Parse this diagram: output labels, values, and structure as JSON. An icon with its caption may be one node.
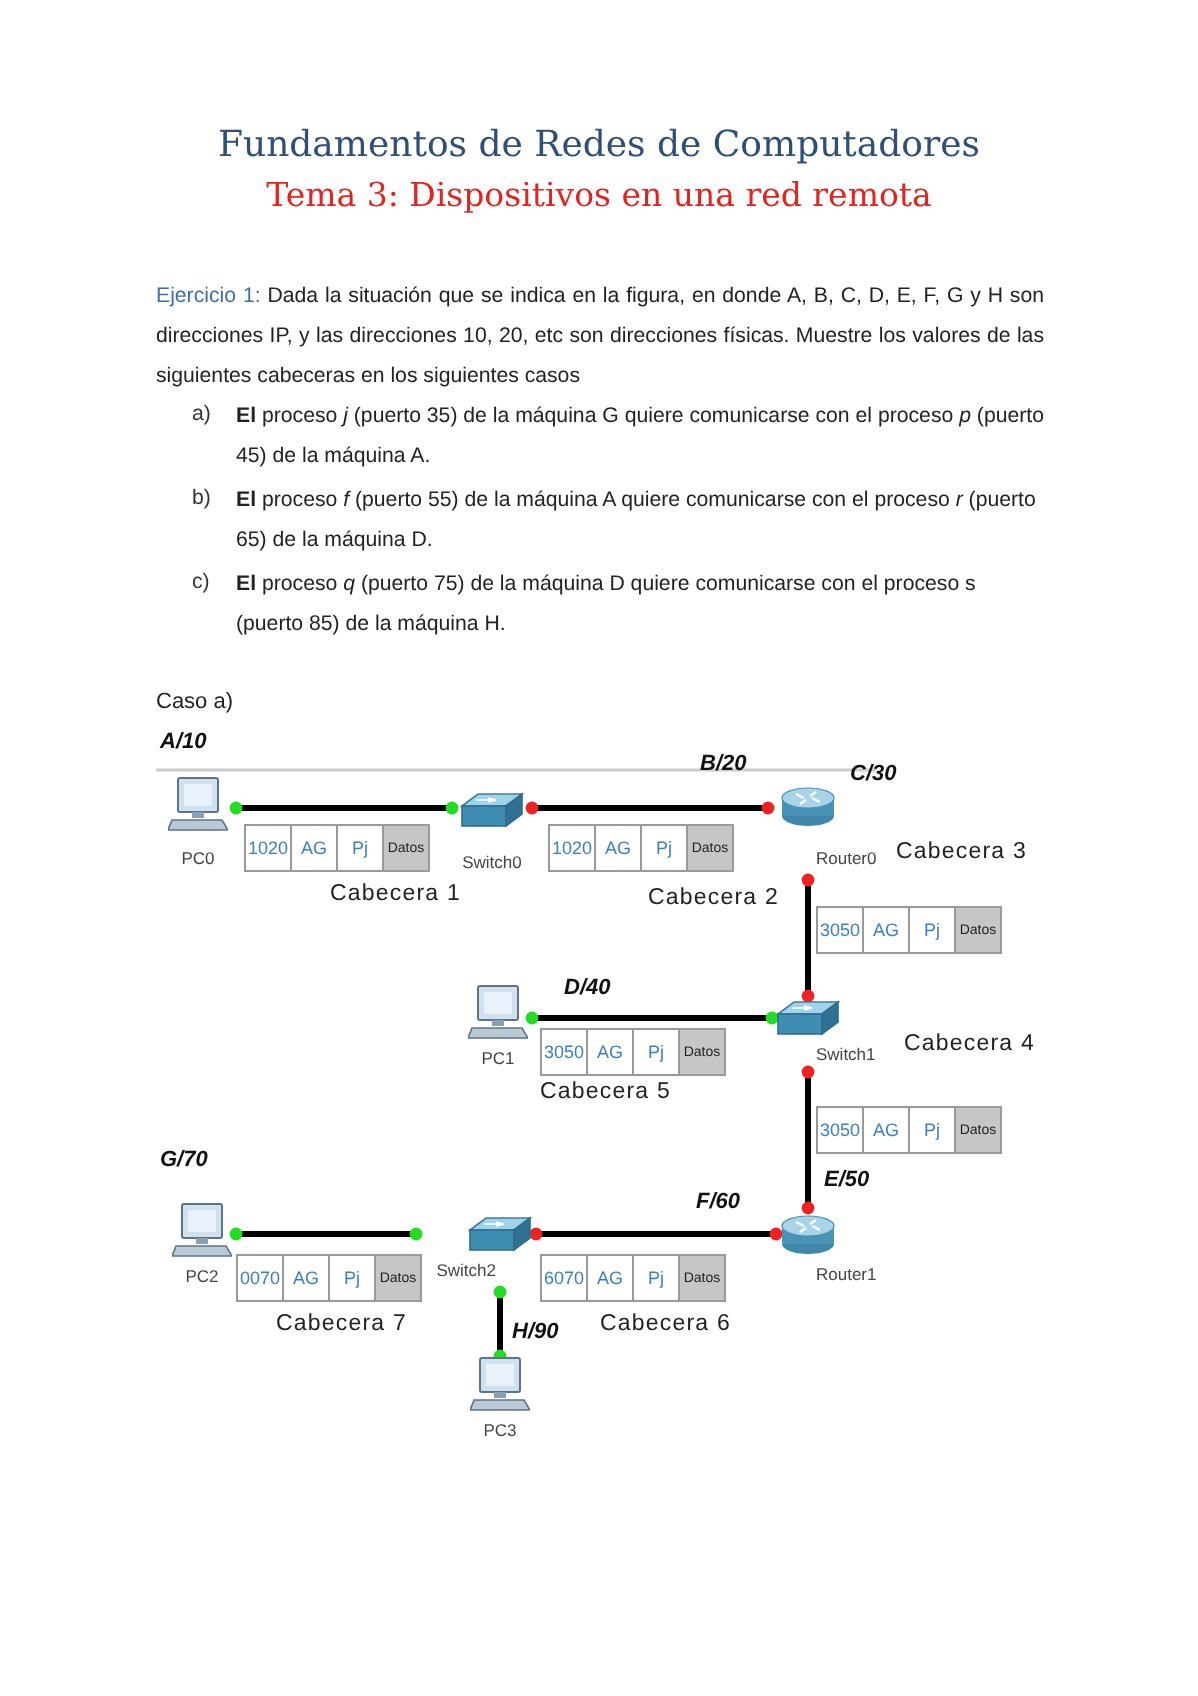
{
  "diagram": {
    "title": "Fundamentos de Redes de Computadores",
    "nodes": [
      {
        "text": [
          "PC0"
        ]
      },
      {
        "text": [
          "Switch0"
        ]
      },
      {
        "text": [
          "Router0"
        ]
      },
      {
        "text": [
          "Switch1"
        ]
      },
      {
        "text": [
          "PC1"
        ]
      },
      {
        "text": [
          "Router1"
        ]
      },
      {
        "text": [
          "Switch2"
        ]
      },
      {
        "text": [
          "PC2"
        ]
      },
      {
        "text": [
          "PC3"
        ]
      }
    ],
    "edges": [
      {
        "from": 0,
        "to": 1,
        "arrow": "other"
      },
      {
        "from": 1,
        "to": 2,
        "arrow": "other"
      },
      {
        "from": 2,
        "to": 3,
        "arrow": "other"
      },
      {
        "from": 4,
        "to": 3,
        "arrow": "other"
      },
      {
        "from": 3,
        "to": 5,
        "arrow": "other"
      },
      {
        "from": 6,
        "to": 5,
        "arrow": "other"
      },
      {
        "from": 7,
        "to": 6,
        "arrow": "other"
      },
      {
        "from": 6,
        "to": 8,
        "arrow": "other"
      }
    ],
    "labels": [
      "Tema 3: Dispositivos en una red remota",
      "Ejercicio 1:",
      "Dada la situación que se indica en la figura, en donde A, B, C, D, E, F, G y H son direcciones IP, y las direcciones 10, 20, etc son direcciones físicas. Muestre los valores de las siguientes cabeceras en los siguientes casos",
      "a)",
      "**El** proceso *j* (puerto 35) de la máquina G quiere comunicarse con el proceso *p* (puerto 45) de la máquina A.",
      "b)",
      "**El** proceso *f* (puerto 55) de la máquina A quiere comunicarse con el proceso *r* (puerto 65) de la máquina D.",
      "c)",
      "**El** proceso *q* (puerto 75) de la máquina D quiere comunicarse con el proceso s (puerto 85) de la máquina H.",
      "Caso a)",
      "A/10",
      "B/20",
      "C/30",
      "1020",
      "AG",
      "Pj",
      "Datos",
      "1020",
      "AG",
      "Pj",
      "Datos",
      "Cabecera 3",
      "Cabecera 1",
      "Cabecera 2",
      "3050",
      "AG",
      "Pj",
      "Datos",
      "D/40",
      "3050",
      "AG",
      "Pj",
      "Datos",
      "Cabecera 4",
      "Cabecera 5",
      "3050",
      "AG",
      "Pj",
      "Datos",
      "E/50",
      "G/70",
      "F/60",
      "0070",
      "AG",
      "Pj",
      "Datos",
      "6070",
      "AG",
      "Pj",
      "Datos",
      "Cabecera 7",
      "H/90",
      "Cabecera 6"
    ]
  }
}
